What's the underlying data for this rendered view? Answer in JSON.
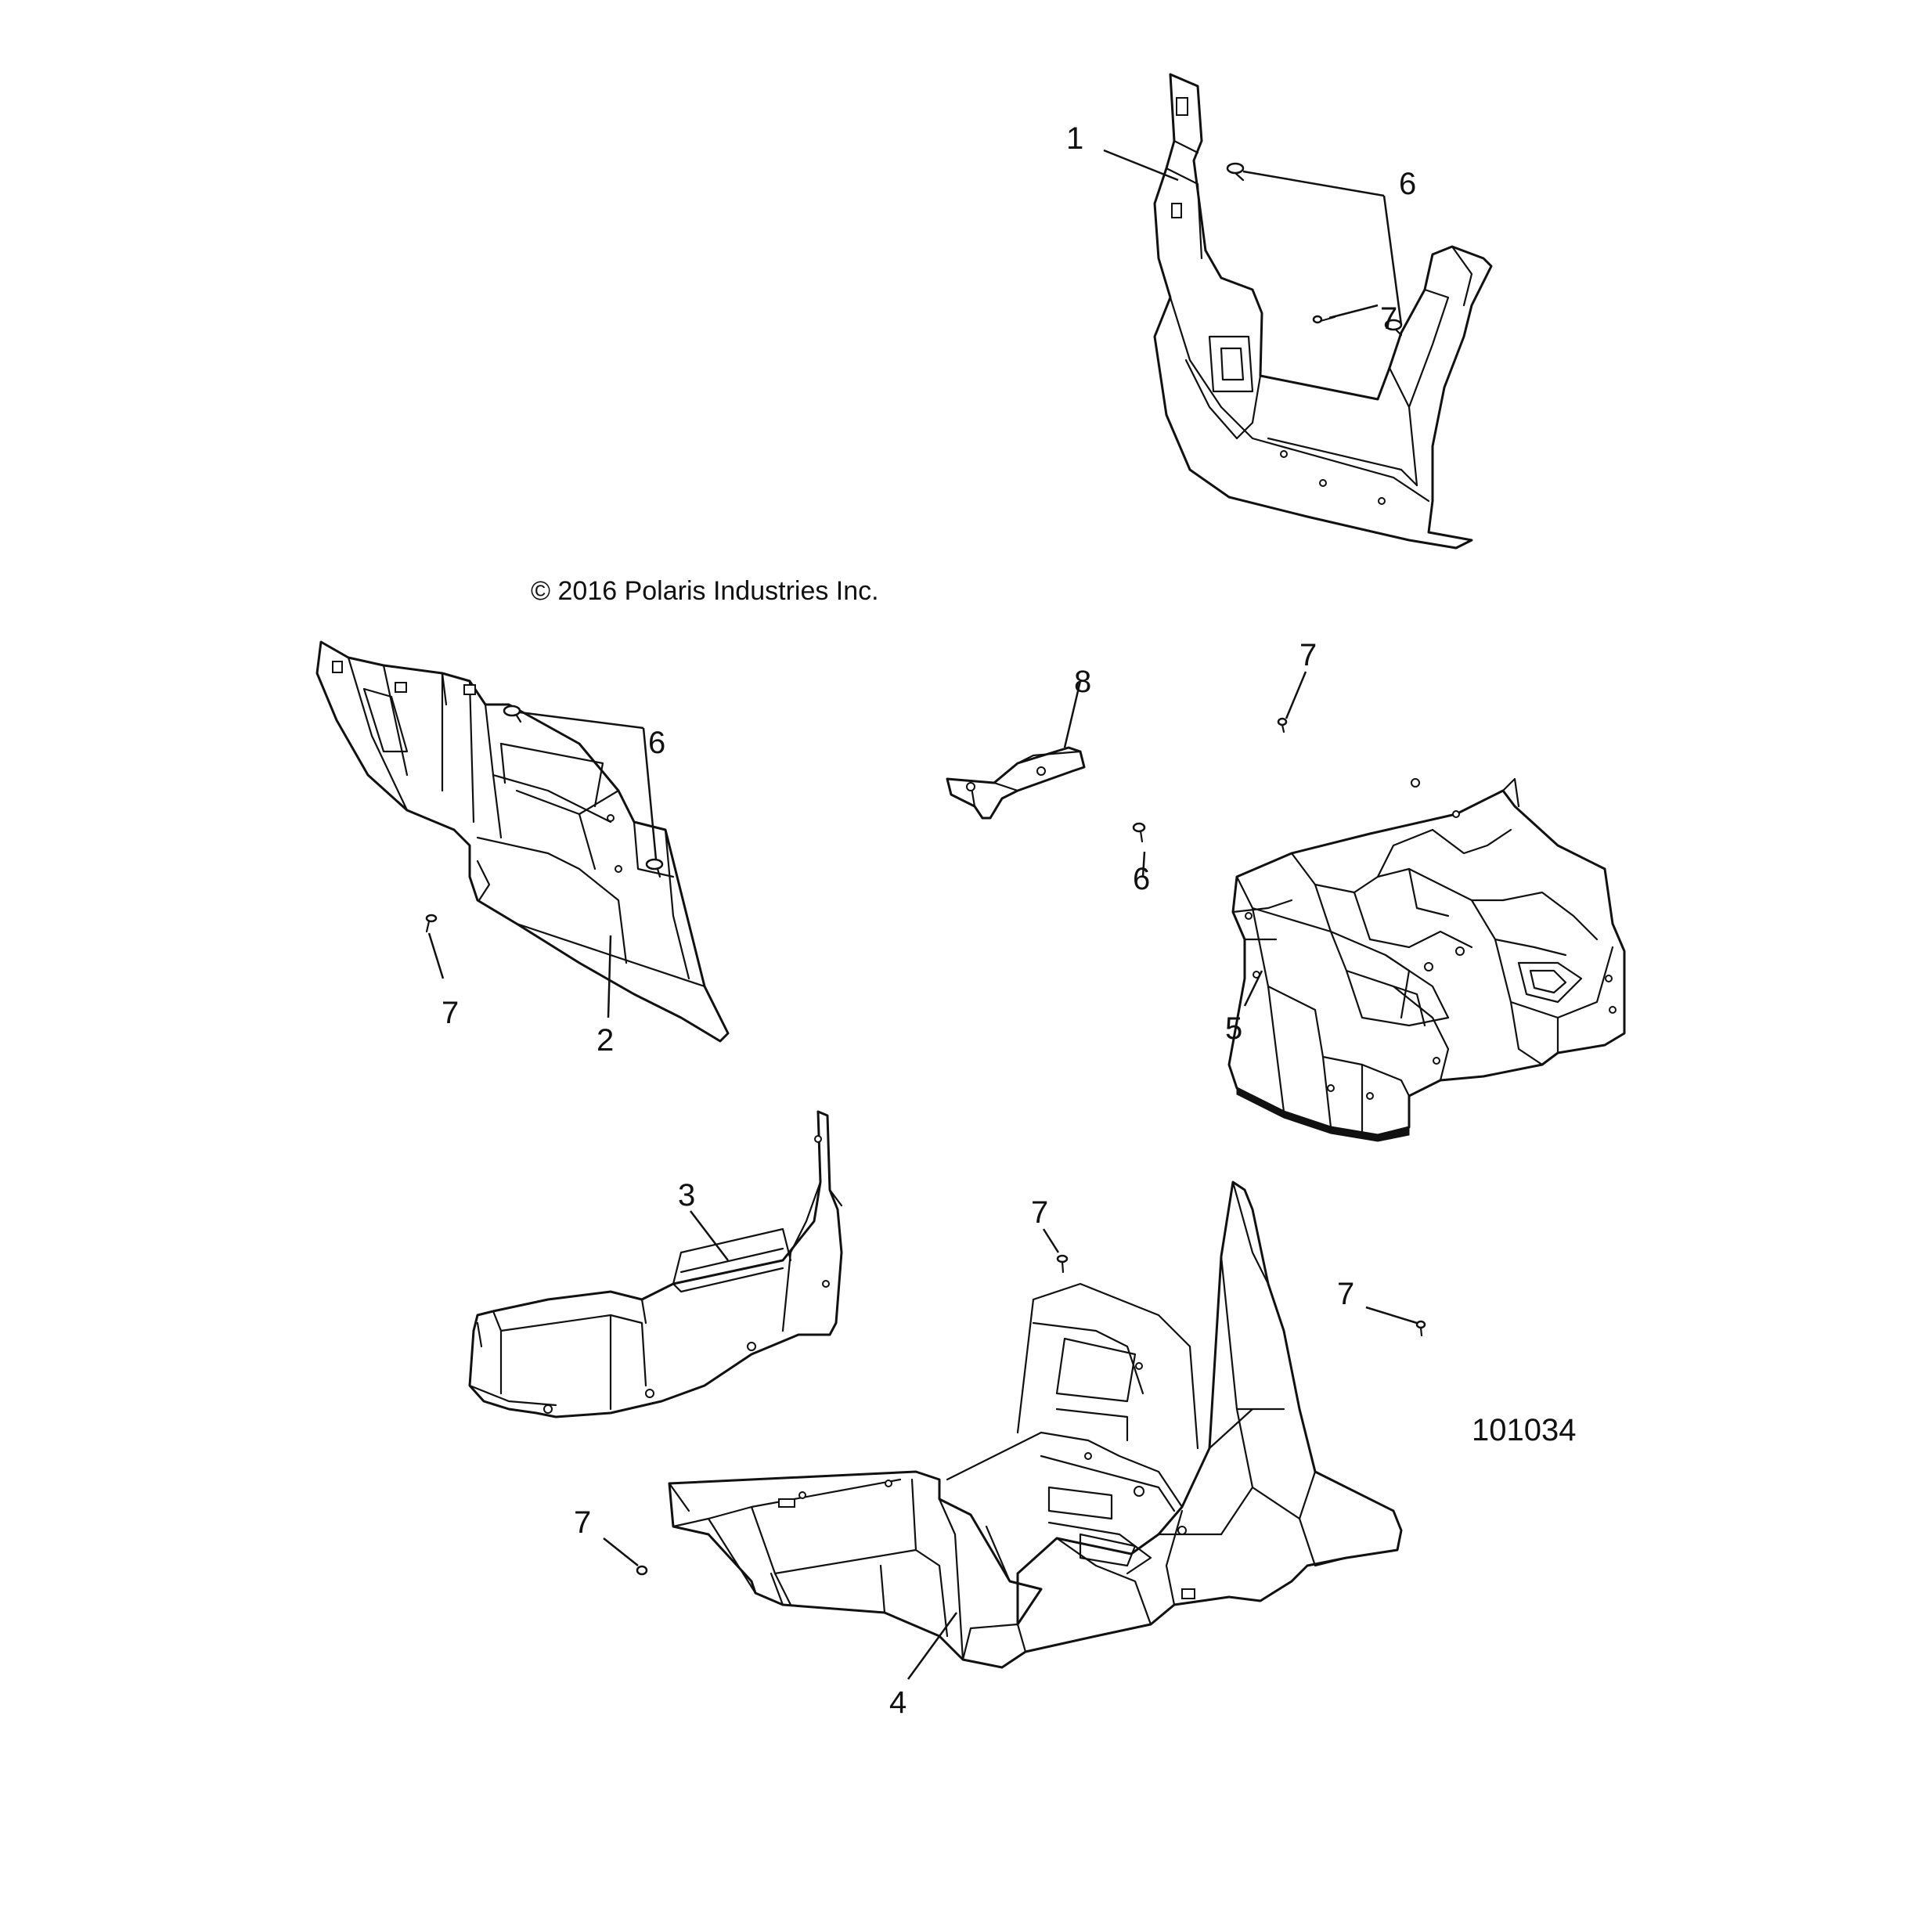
{
  "copyright": "© 2016 Polaris Industries Inc.",
  "figure_number": "101034",
  "callouts": {
    "c1": "1",
    "c2": "2",
    "c3": "3",
    "c4": "4",
    "c5": "5",
    "c6a": "6",
    "c6b": "6",
    "c6c": "6",
    "c7a": "7",
    "c7b": "7",
    "c7c": "7",
    "c7d": "7",
    "c7e": "7",
    "c7f": "7",
    "c8": "8"
  }
}
